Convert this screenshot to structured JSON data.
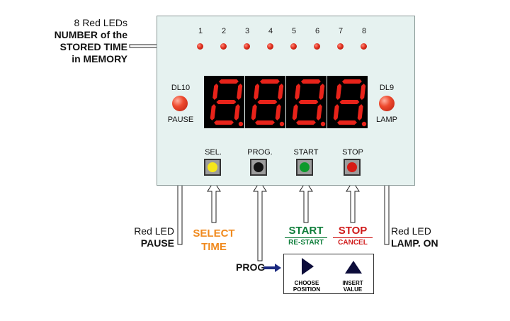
{
  "leds": {
    "numbers": [
      "1",
      "2",
      "3",
      "4",
      "5",
      "6",
      "7",
      "8"
    ],
    "caption_line1": "8 Red LEDs",
    "caption_line2": "NUMBER of the",
    "caption_line3": "STORED TIME",
    "caption_line4": "in MEMORY"
  },
  "display": {
    "digits": [
      "8",
      "8",
      "8",
      "8"
    ],
    "segment_color": "#e8231a"
  },
  "left_led": {
    "id": "DL10",
    "label": "PAUSE"
  },
  "right_led": {
    "id": "DL9",
    "label": "LAMP"
  },
  "buttons": [
    {
      "label": "SEL.",
      "color": "#f5e61a"
    },
    {
      "label": "PROG.",
      "color": "#111111"
    },
    {
      "label": "START",
      "color": "#0d9a2c"
    },
    {
      "label": "STOP",
      "color": "#d61a14"
    }
  ],
  "annotations": {
    "pause_line1": "Red LED",
    "pause_line2": "PAUSE",
    "select_line1": "SELECT",
    "select_line2": "TIME",
    "select_color": "#f08a1e",
    "start_line1": "START",
    "start_line2": "RE-START",
    "start_color": "#0e7d3a",
    "stop_line1": "STOP",
    "stop_line2": "CANCEL",
    "stop_color": "#d01c1c",
    "lamp_line1": "Red LED",
    "lamp_line2": "LAMP. ON",
    "prog": "PROG"
  },
  "legend": {
    "choose_line1": "CHOOSE",
    "choose_line2": "POSITION",
    "insert_line1": "INSERT",
    "insert_line2": "VALUE",
    "prog_arrow_color": "#1b2a80"
  }
}
